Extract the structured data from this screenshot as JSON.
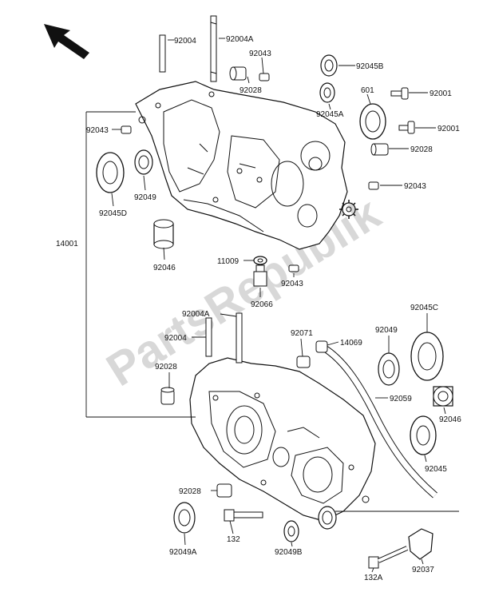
{
  "watermark": "PartsRepublik",
  "assembly_label": "14001",
  "callouts": {
    "c92004_top": "92004",
    "c92004A_top": "92004A",
    "c92043_top": "92043",
    "c92045B": "92045B",
    "c92028_top": "92028",
    "c92045A": "92045A",
    "c601": "601",
    "c92001_a": "92001",
    "c92001_b": "92001",
    "c92028_right": "92028",
    "c92043_left": "92043",
    "c92043_right": "92043",
    "c92049_upper": "92049",
    "c92045D": "92045D",
    "c92046_upper": "92046",
    "c11009": "11009",
    "c92043_mid": "92043",
    "c92066": "92066",
    "c92004A_low": "92004A",
    "c92004_low": "92004",
    "c92071": "92071",
    "c14069": "14069",
    "c92049_lower": "92049",
    "c92045C": "92045C",
    "c92028_lowleft": "92028",
    "c92059": "92059",
    "c92046_lower": "92046",
    "c92045": "92045",
    "c92028_bottom": "92028",
    "c132": "132",
    "c92049A": "92049A",
    "c92049B": "92049B",
    "c92037": "92037",
    "c132A": "132A"
  }
}
